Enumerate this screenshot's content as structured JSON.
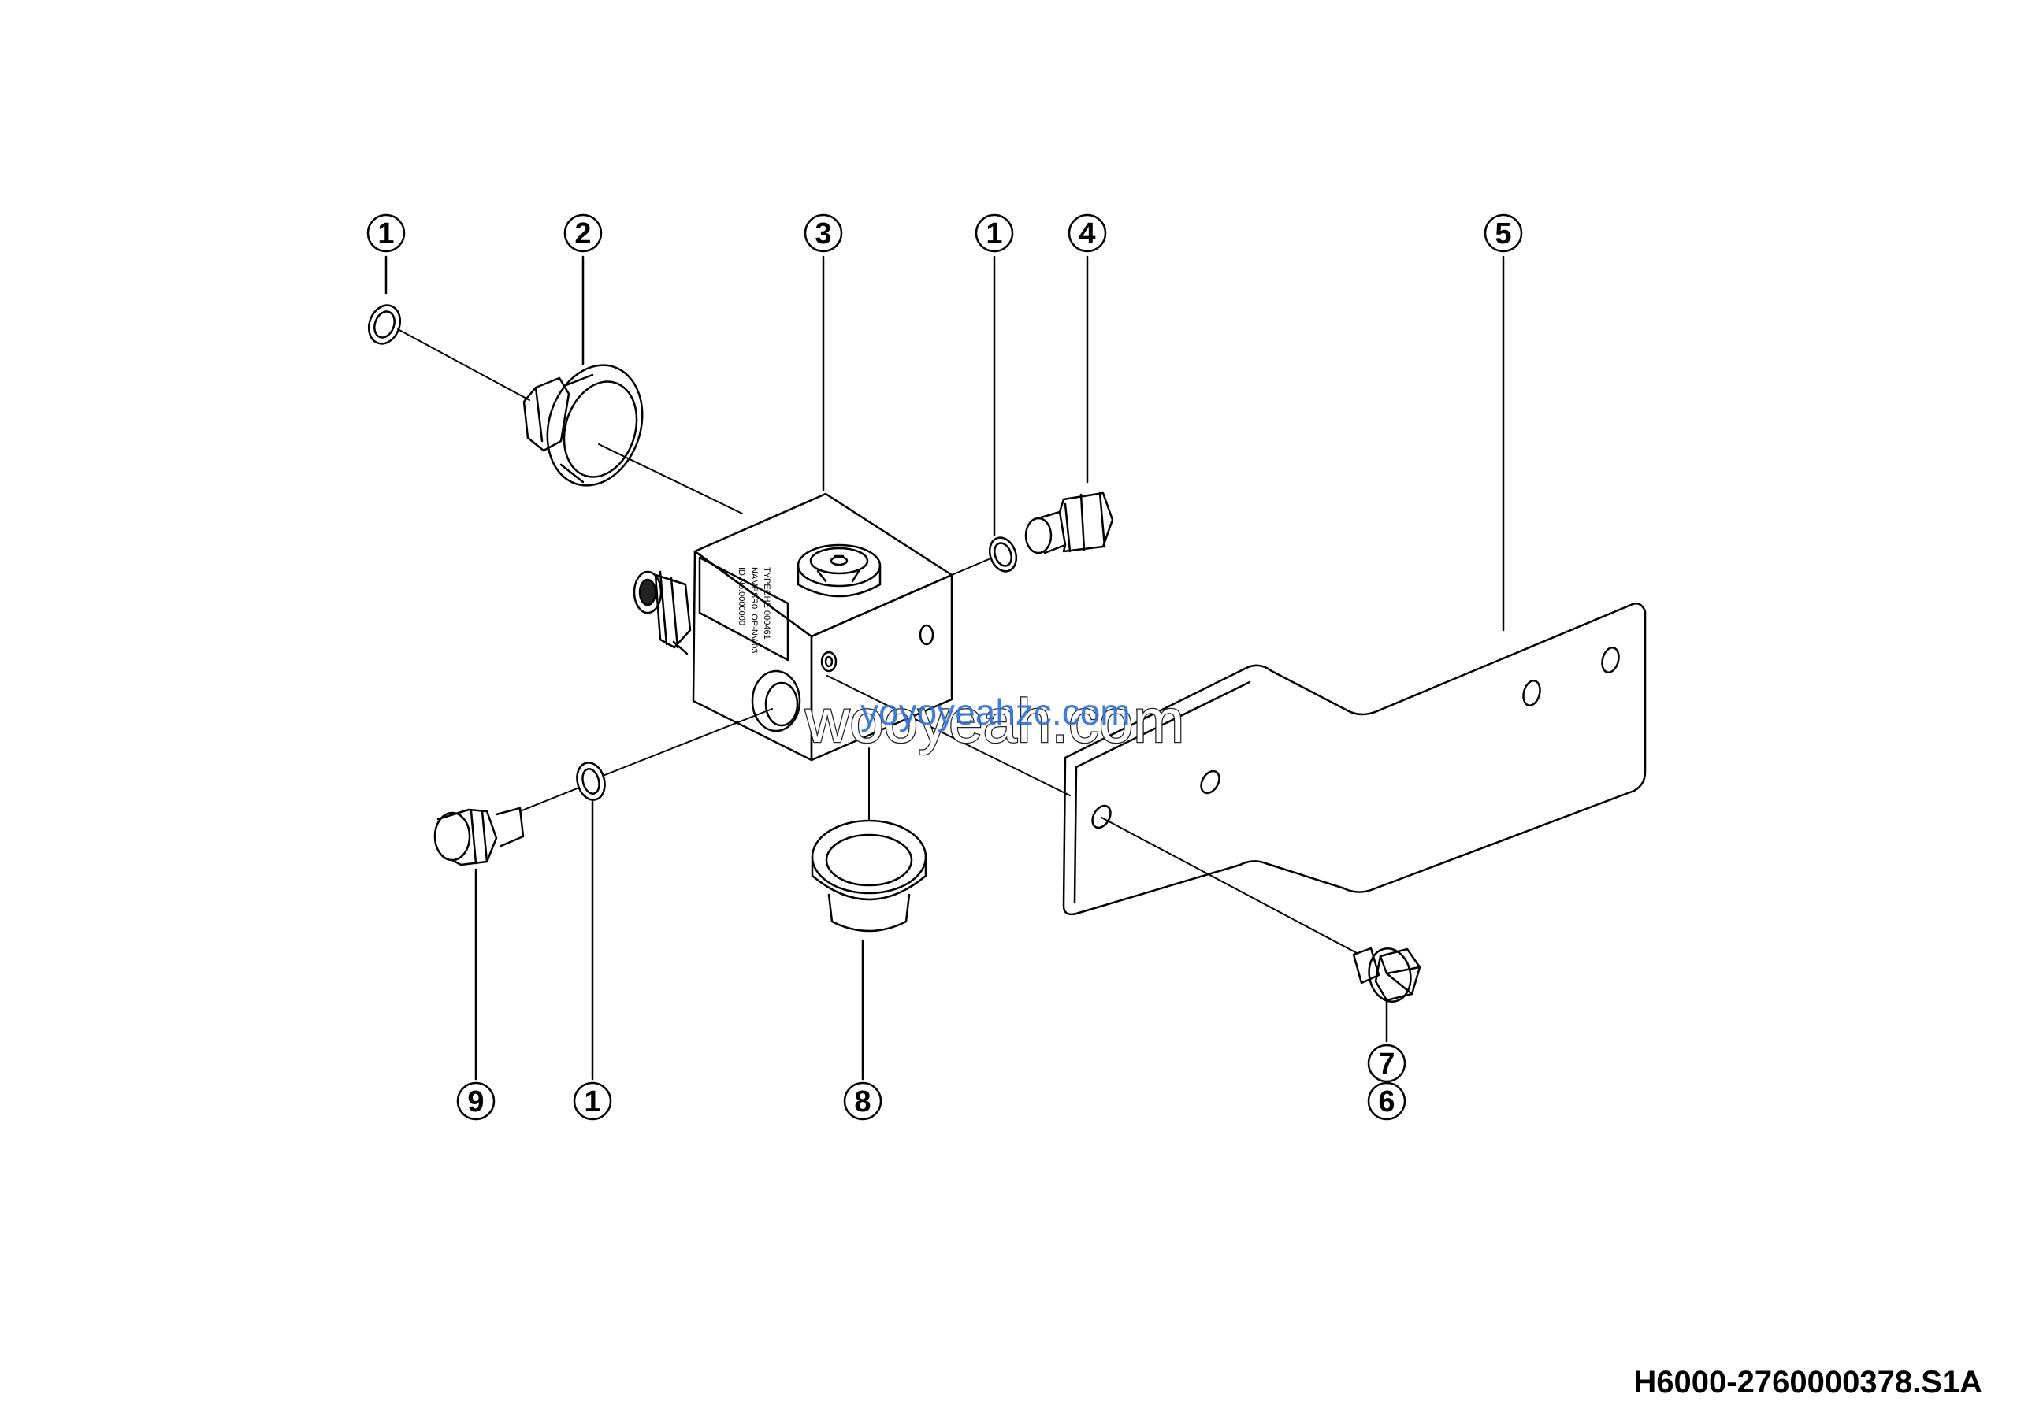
{
  "drawing_code": "H6000-2760000378.S1A",
  "watermark": {
    "main": "wooyeah.com",
    "overlay": "yoyoyeahzc.com"
  },
  "nameplate": {
    "line1": "TYPECHE 000461",
    "line2": "NAMESR0: OP-NV-03",
    "line3": "ID No.0000000"
  },
  "callouts": [
    {
      "id": "c1a",
      "label": "1"
    },
    {
      "id": "c2",
      "label": "2"
    },
    {
      "id": "c3",
      "label": "3"
    },
    {
      "id": "c1b",
      "label": "1"
    },
    {
      "id": "c4",
      "label": "4"
    },
    {
      "id": "c5",
      "label": "5"
    },
    {
      "id": "c9",
      "label": "9"
    },
    {
      "id": "c1c",
      "label": "1"
    },
    {
      "id": "c8",
      "label": "8"
    },
    {
      "id": "c7",
      "label": "7"
    },
    {
      "id": "c6",
      "label": "6"
    }
  ]
}
